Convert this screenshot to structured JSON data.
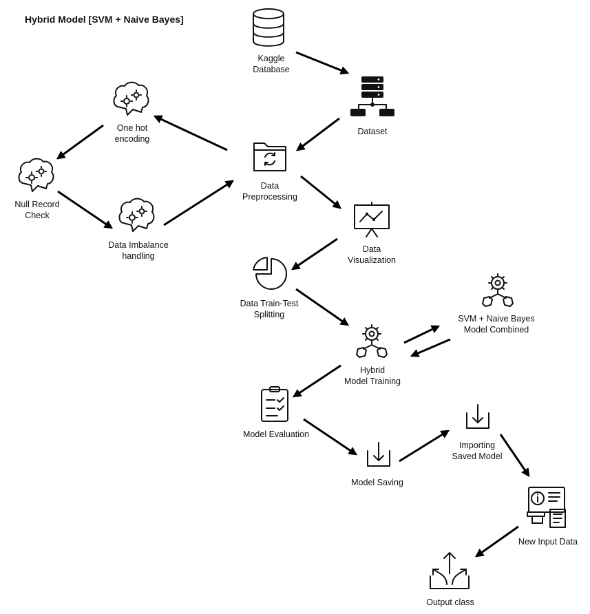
{
  "title": "Hybrid Model [SVM + Naive Bayes]",
  "nodes": {
    "kaggle": [
      "Kaggle",
      "Database"
    ],
    "dataset": [
      "Dataset"
    ],
    "onehot": [
      "One hot",
      "encoding"
    ],
    "preproc": [
      "Data",
      "Preprocessing"
    ],
    "nullcheck": [
      "Null Record",
      "Check"
    ],
    "imbalance": [
      "Data Imbalance",
      "handling"
    ],
    "visual": [
      "Data",
      "Visualization"
    ],
    "split": [
      "Data Train-Test",
      "Splitting"
    ],
    "combined": [
      "SVM + Naive Bayes",
      "Model Combined"
    ],
    "training": [
      "Hybrid",
      "Model Training"
    ],
    "evaluation": [
      "Model Evaluation"
    ],
    "saving": [
      "Model Saving"
    ],
    "importing": [
      "Importing",
      "Saved Model"
    ],
    "newinput": [
      "New Input Data"
    ],
    "output": [
      "Output class"
    ]
  },
  "icons": {
    "kaggle": "database-icon",
    "dataset": "server-network-icon",
    "onehot": "brain-gears-icon",
    "preproc": "folder-refresh-icon",
    "nullcheck": "brain-gears-icon",
    "imbalance": "brain-gears-icon",
    "visual": "presentation-chart-icon",
    "split": "pie-chart-icon",
    "combined": "gear-cluster-icon",
    "training": "gear-cluster-icon",
    "evaluation": "clipboard-check-icon",
    "saving": "download-tray-icon",
    "importing": "download-tray-icon",
    "newinput": "info-screen-icon",
    "output": "split-upload-icon"
  },
  "edges": [
    [
      "kaggle",
      "dataset"
    ],
    [
      "dataset",
      "preproc"
    ],
    [
      "preproc",
      "onehot"
    ],
    [
      "onehot",
      "nullcheck"
    ],
    [
      "nullcheck",
      "imbalance"
    ],
    [
      "imbalance",
      "preproc"
    ],
    [
      "preproc",
      "visual"
    ],
    [
      "visual",
      "split"
    ],
    [
      "split",
      "training"
    ],
    [
      "training",
      "combined"
    ],
    [
      "combined",
      "training"
    ],
    [
      "training",
      "evaluation"
    ],
    [
      "evaluation",
      "saving"
    ],
    [
      "saving",
      "importing"
    ],
    [
      "importing",
      "newinput"
    ],
    [
      "newinput",
      "output"
    ]
  ]
}
